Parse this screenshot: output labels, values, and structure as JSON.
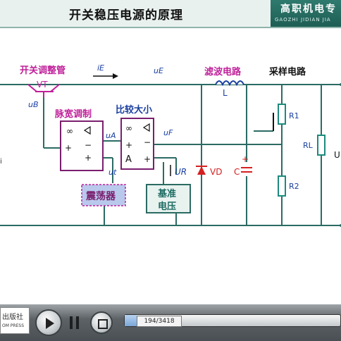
{
  "header": {
    "title": "开关稳压电源的原理",
    "brand_main": "高职机电专",
    "brand_sub": "GAOZHI JIDIAN JIA"
  },
  "diagram": {
    "section_labels": {
      "switch_tube": "开关调整管",
      "pwm": "脉宽调制",
      "comparator": "比较大小",
      "filter": "滤波电路",
      "sampling": "采样电路",
      "oscillator": "震荡器",
      "reference_line1": "基准",
      "reference_line2": "电压"
    },
    "component_labels": {
      "vt": "VT",
      "ub": "uB",
      "ie": "iE",
      "ue": "uE",
      "inductor": "L",
      "r1": "R1",
      "r2": "R2",
      "rl": "RL",
      "vd": "VD",
      "c": "C",
      "ua": "uA",
      "uf": "uF",
      "ut": "ut",
      "ur": "UR",
      "amp_symbol": "∞",
      "amp_a": "A",
      "plus": "+",
      "minus": "−",
      "cap_plus": "+",
      "right_edge_u": "U"
    },
    "colors": {
      "wire": "#2b6b63",
      "box_border": "#7a1f6e",
      "label_purple": "#c0209a",
      "label_blue": "#1a3fa0",
      "component_red": "#d42020",
      "resistor_teal": "#1c8a7e",
      "osc_bg": "#b9c9ec",
      "ref_bg": "#e8f2ef"
    }
  },
  "player": {
    "publisher_main": "出版社",
    "publisher_sub": "OM PRESS",
    "progress_text": "194/3418",
    "progress_fraction": 0.0568,
    "play_icon": "play-icon",
    "pause_icon": "pause-icon",
    "stop_icon": "stop-icon"
  }
}
